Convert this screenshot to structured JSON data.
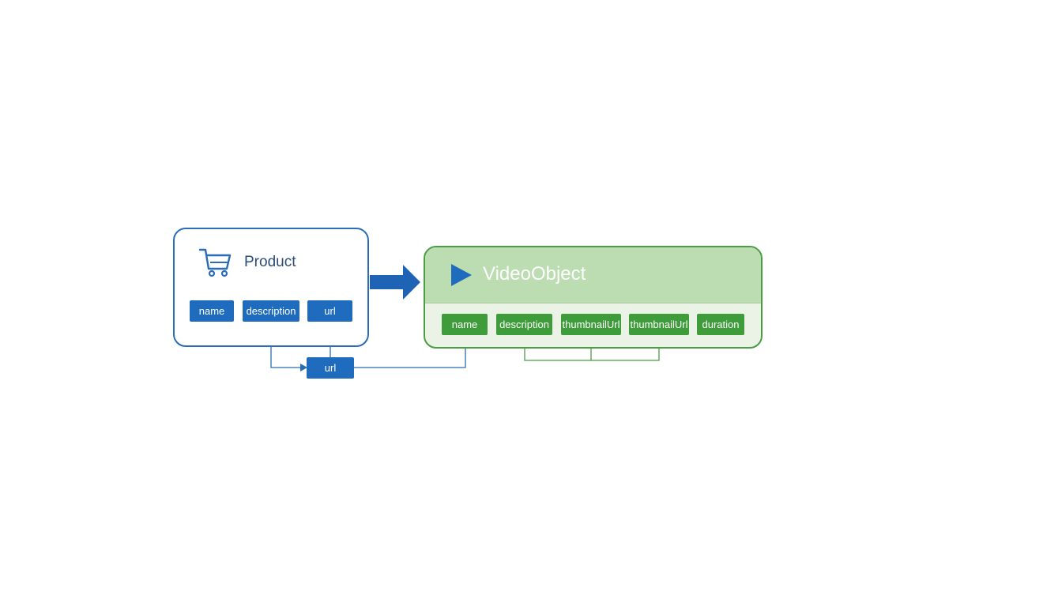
{
  "product": {
    "title": "Product",
    "icon": "shopping-cart-icon",
    "fields": [
      "name",
      "description",
      "url"
    ]
  },
  "link": {
    "url_label": "url"
  },
  "video_object": {
    "title": "VideoObject",
    "icon": "play-icon",
    "fields": [
      "name",
      "description",
      "thumbnailUrl",
      "thumbnailUrl",
      "duration"
    ]
  },
  "colors": {
    "product_accent": "#1f6cbf",
    "video_accent": "#3f9c3a",
    "video_header": "#bcdcb2",
    "video_body": "#eaf3e6"
  }
}
